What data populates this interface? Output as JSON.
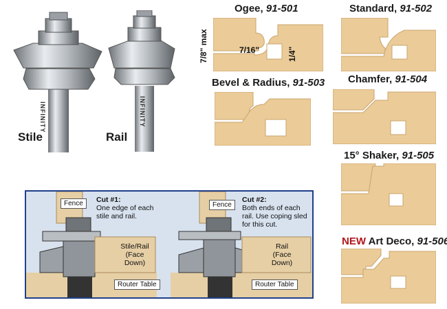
{
  "bits": {
    "stile_label": "Stile",
    "rail_label": "Rail",
    "shank_brand": "INFINITY"
  },
  "profiles": [
    {
      "name": "Ogee,",
      "code": "91-501"
    },
    {
      "name": "Standard,",
      "code": "91-502"
    },
    {
      "name": "Bevel & Radius,",
      "code": "91-503"
    },
    {
      "name": "Chamfer,",
      "code": "91-504"
    },
    {
      "name": "15° Shaker,",
      "code": "91-505"
    },
    {
      "new": "NEW",
      "name": "Art Deco,",
      "code": "91-506"
    }
  ],
  "dimensions": {
    "height": "7/8\" max",
    "depth": "7/16\"",
    "tongue": "1/4\""
  },
  "diagram": {
    "cut1_title": "Cut #1:",
    "cut1_text": "One edge of each stile and rail.",
    "cut2_title": "Cut #2:",
    "cut2_text": "Both ends of each rail. Use coping sled for this cut.",
    "fence_label": "Fence",
    "router_table_label": "Router Table",
    "stile_rail_label": "Stile/Rail (Face Down)",
    "rail_label": "Rail (Face Down)"
  },
  "colors": {
    "wood": "#ebcb98",
    "wood_edge": "#c9a46d",
    "diagram_bg": "#d8e2ef",
    "diagram_border": "#1f3f8a",
    "accent_new": "#b3141b"
  }
}
